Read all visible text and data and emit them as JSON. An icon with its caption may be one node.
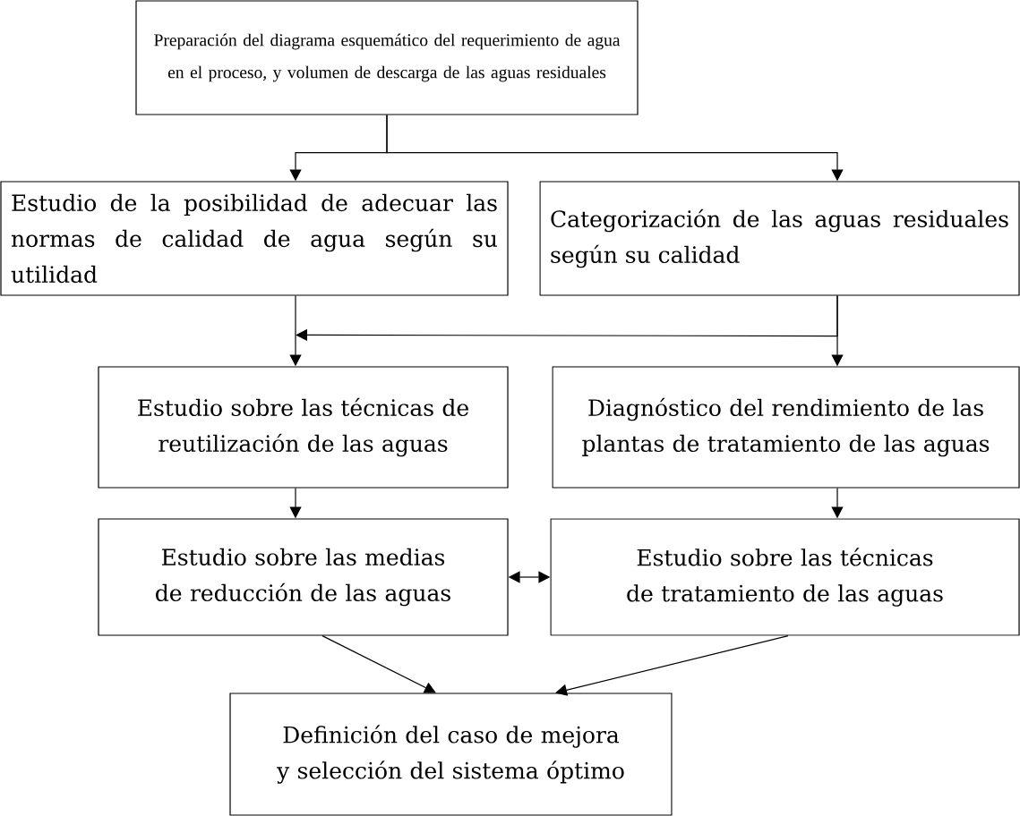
{
  "diagram": {
    "nodes": [
      {
        "text": [
          "Preparación del diagrama esquemático del requerimiento de agua en el proceso, y volumen de descarga de las aguas residuales"
        ]
      },
      {
        "text": [
          "Estudio de la posibilidad de adecuar las normas de calidad de agua según su utilidad"
        ]
      },
      {
        "text": [
          "Categorización de las aguas residuales según su calidad"
        ]
      },
      {
        "text": [
          "Estudio sobre las técnicas de reutilización de las aguas"
        ]
      },
      {
        "text": [
          "Diagnóstico del rendimiento de las plantas de tratamiento de las aguas"
        ]
      },
      {
        "text": [
          "Estudio sobre las medias de reducción de las aguas"
        ]
      },
      {
        "text": [
          "Estudio sobre las técnicas de tratamiento de las aguas"
        ]
      },
      {
        "text": [
          "Definición del caso de mejora y selección del sistema óptimo"
        ]
      }
    ],
    "edges": [
      {
        "from": 0,
        "to": 1,
        "arrow": "to"
      },
      {
        "from": 0,
        "to": 2,
        "arrow": "to"
      },
      {
        "from": 1,
        "to": 3,
        "arrow": "to"
      },
      {
        "from": 2,
        "to": 3,
        "arrow": "to"
      },
      {
        "from": 2,
        "to": 4,
        "arrow": "to"
      },
      {
        "from": 3,
        "to": 5,
        "arrow": "to"
      },
      {
        "from": 4,
        "to": 6,
        "arrow": "to"
      },
      {
        "from": 5,
        "to": 6,
        "arrow": "both"
      },
      {
        "from": 5,
        "to": 7,
        "arrow": "to"
      },
      {
        "from": 6,
        "to": 7,
        "arrow": "to"
      }
    ]
  }
}
